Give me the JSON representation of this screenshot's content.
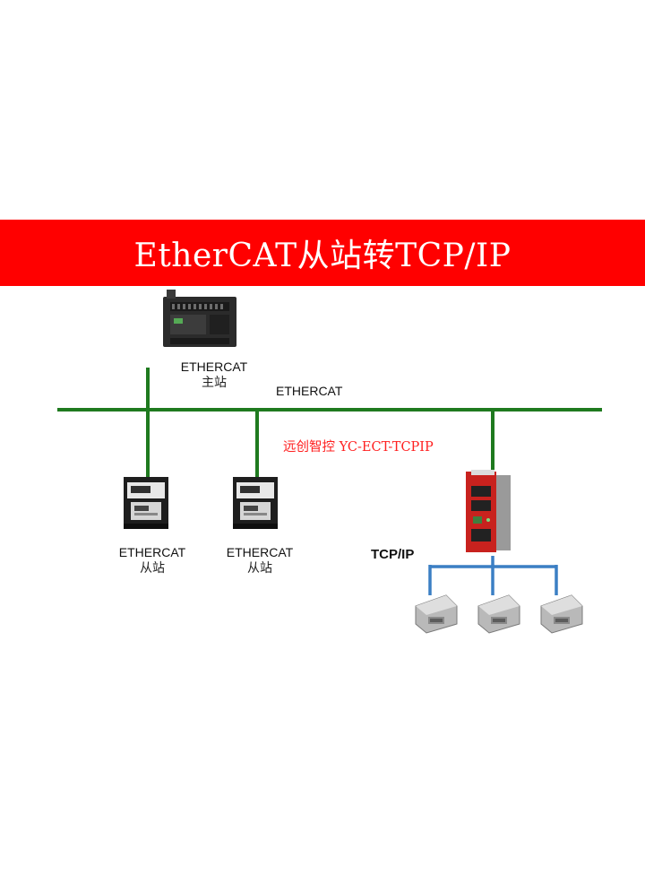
{
  "banner": {
    "title": "EtherCAT从站转TCP/IP",
    "color": "#ff0000"
  },
  "bus": {
    "label": "ETHERCAT",
    "color": "#1f7a1f"
  },
  "master": {
    "label_line1": "ETHERCAT",
    "label_line2": "主站"
  },
  "slave1": {
    "label_line1": "ETHERCAT",
    "label_line2": "从站"
  },
  "slave2": {
    "label_line1": "ETHERCAT",
    "label_line2": "从站"
  },
  "gateway": {
    "brand_label": "远创智控 YC-ECT-TCPIP"
  },
  "tcp_network": {
    "label": "TCP/IP",
    "color": "#3b7fc4"
  },
  "icons": {
    "master": "plc-controller-icon",
    "slave": "servo-drive-icon",
    "gateway": "gateway-device-icon",
    "tcp_device": "io-module-icon"
  }
}
